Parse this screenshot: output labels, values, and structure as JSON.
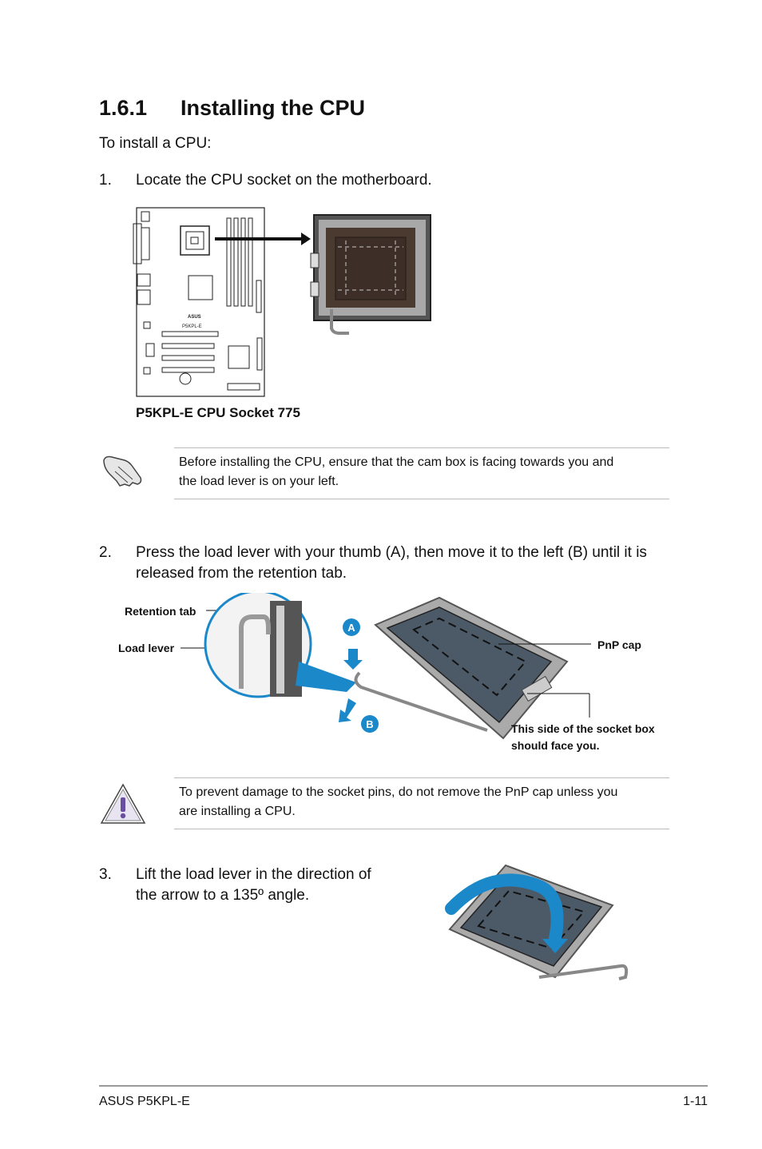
{
  "section": {
    "number": "1.6.1",
    "title": "Installing the CPU"
  },
  "intro": "To install a CPU:",
  "steps": [
    {
      "n": "1.",
      "text": "Locate the CPU socket on the motherboard."
    },
    {
      "n": "2.",
      "line1": "Press the load lever with your thumb (A), then move it to the left (B) until it is",
      "line2": "released from the retention tab."
    },
    {
      "n": "3.",
      "line1": "Lift the load lever in the direction of",
      "line2": "the arrow to a 135º angle."
    }
  ],
  "figure1": {
    "caption": "P5KPL-E CPU Socket 775",
    "board_label": "P5KPL-E",
    "brand": "ASUS"
  },
  "note": {
    "line1": "Before installing the CPU, ensure that the cam box is facing towards you and",
    "line2": "the load lever is on your left.",
    "icon": "hand-note-icon"
  },
  "figure2": {
    "retention_tab": "Retention tab",
    "load_lever": "Load lever",
    "pnp_cap": "PnP cap",
    "side_line1": "This side of the socket box",
    "side_line2": "should face you.",
    "marker_a": "A",
    "marker_b": "B",
    "accent": "#1a88c9"
  },
  "warning": {
    "line1": "To prevent damage to the socket pins, do not remove the PnP cap unless you",
    "line2": "are installing a CPU.",
    "icon": "warning-triangle-icon"
  },
  "footer": {
    "left": "ASUS P5KPL-E",
    "right": "1-11"
  }
}
